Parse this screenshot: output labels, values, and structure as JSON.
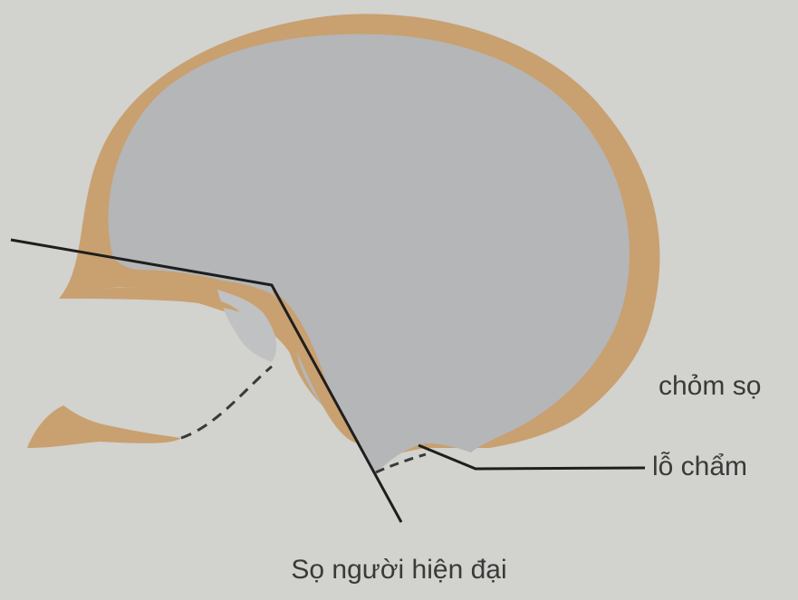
{
  "labels": {
    "occipital": "chỏm sọ",
    "foramen": "lỗ chẩm"
  },
  "caption": "Sọ người hiện đại",
  "colors": {
    "background": "#d2d2ce",
    "bone": "#c9a070",
    "cavity": "#b4b6b8",
    "line": "#1e1e1e",
    "text": "#3a3a3a"
  }
}
